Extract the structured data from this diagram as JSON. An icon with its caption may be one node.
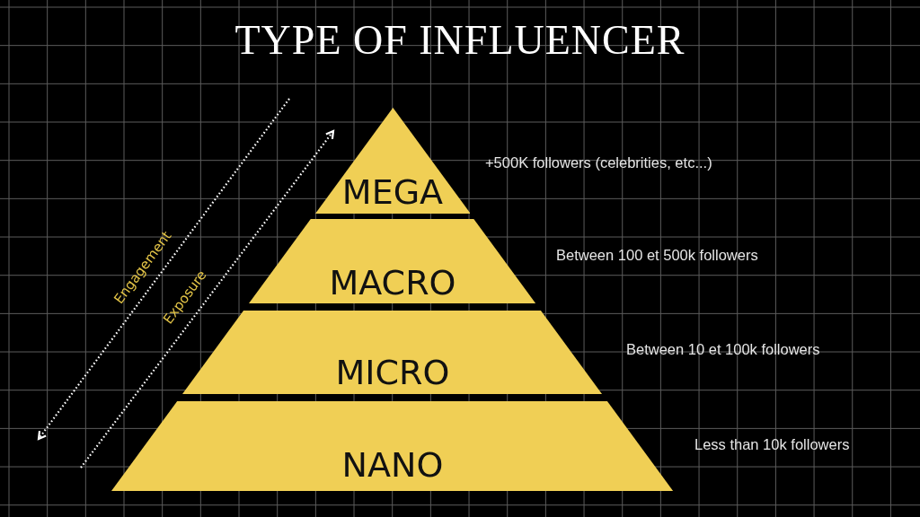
{
  "diagram": {
    "title": "TYPE OF INFLUENCER",
    "nodes": [
      {
        "text": [
          "MEGA"
        ],
        "beside": [
          "+500K followers (celebrities, etc...)"
        ]
      },
      {
        "text": [
          "MACRO"
        ],
        "beside": [
          "Between 100 et 500k followers"
        ]
      },
      {
        "text": [
          "MICRO"
        ],
        "beside": [
          "Between 10 et 100k followers"
        ]
      },
      {
        "text": [
          "NANO"
        ],
        "beside": [
          "Less than 10k followers"
        ]
      }
    ],
    "labels": [
      "Engagement",
      "Exposure"
    ]
  }
}
